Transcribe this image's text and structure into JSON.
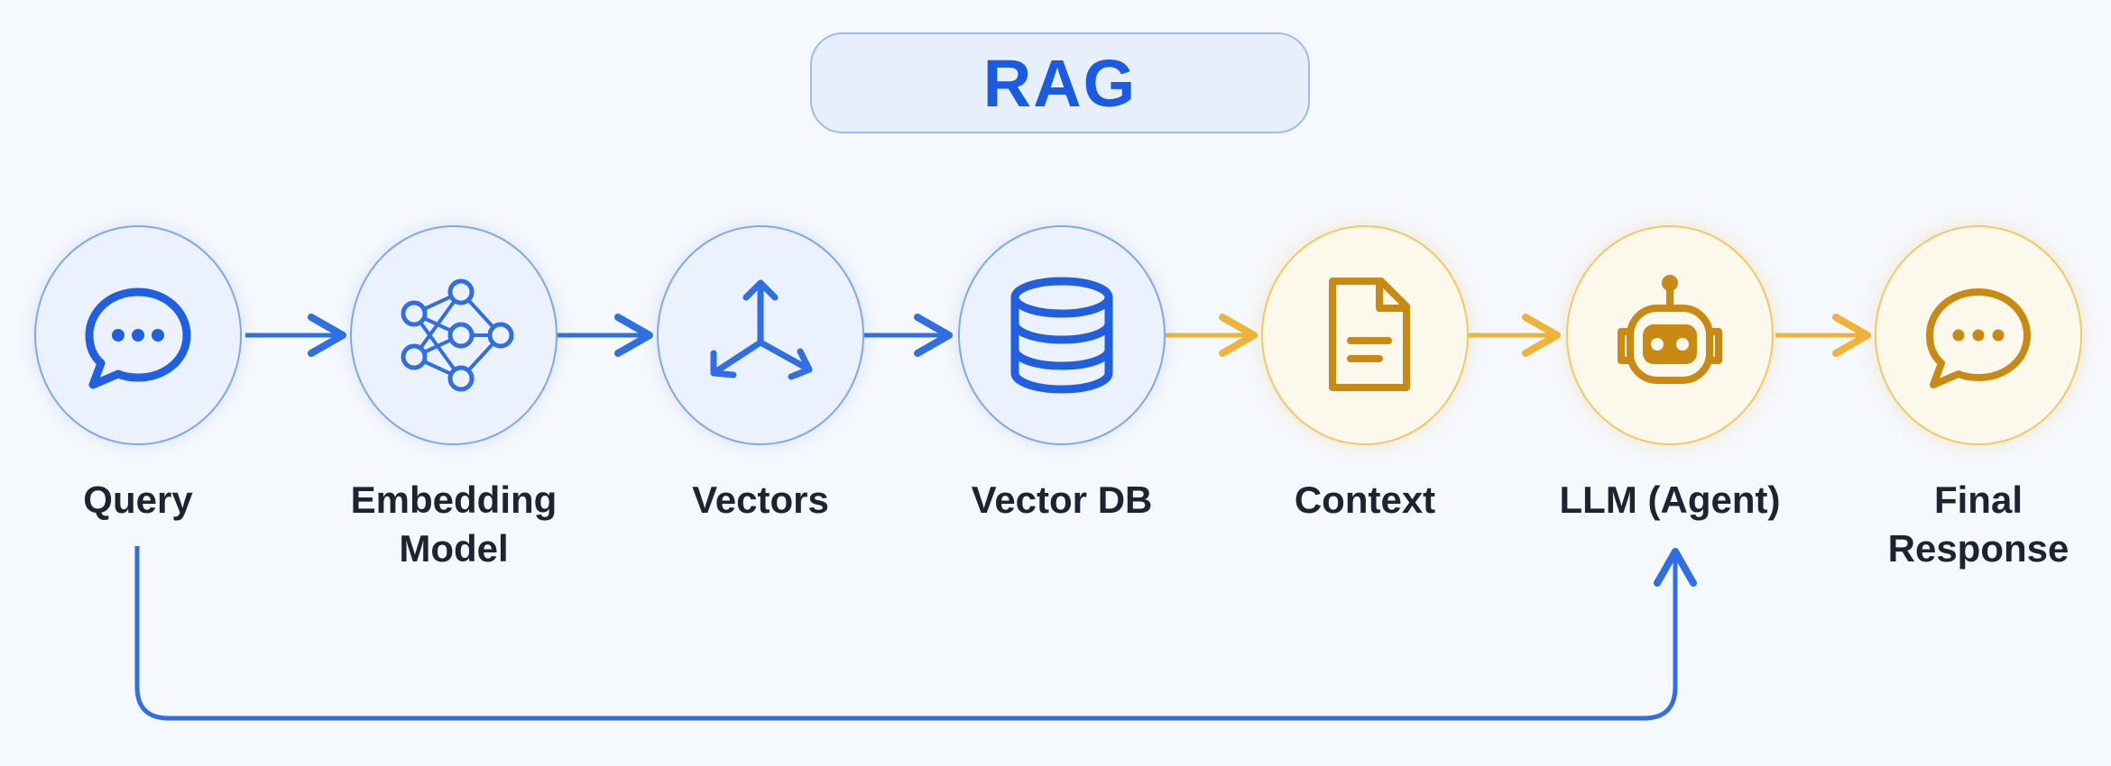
{
  "title": "RAG",
  "nodes": [
    {
      "label_line1": "Query",
      "label_line2": "",
      "icon": "chat-bubble-icon",
      "theme": "blue"
    },
    {
      "label_line1": "Embedding",
      "label_line2": "Model",
      "icon": "neural-network-icon",
      "theme": "blue"
    },
    {
      "label_line1": "Vectors",
      "label_line2": "",
      "icon": "vector-axes-icon",
      "theme": "blue"
    },
    {
      "label_line1": "Vector DB",
      "label_line2": "",
      "icon": "database-icon",
      "theme": "blue"
    },
    {
      "label_line1": "Context",
      "label_line2": "",
      "icon": "document-icon",
      "theme": "gold"
    },
    {
      "label_line1": "LLM (Agent)",
      "label_line2": "",
      "icon": "robot-icon",
      "theme": "gold"
    },
    {
      "label_line1": "Final Response",
      "label_line2": "",
      "icon": "chat-bubble-icon",
      "theme": "gold"
    }
  ],
  "colors": {
    "blue": "#2f6fe3",
    "gold": "#d9960f",
    "gold_arrow": "#efb33a",
    "title": "#1a5be0"
  }
}
